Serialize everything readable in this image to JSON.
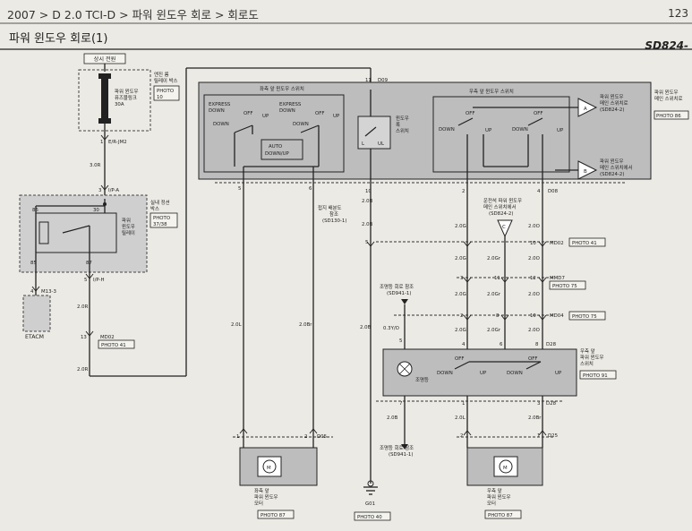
{
  "header": {
    "breadcrumb": "2007 > D 2.0 TCI-D > 파워 윈도우 회로 > 회로도",
    "page_number": "123",
    "title": "파워 윈도우 회로(1)",
    "diagram_code": "SD824-"
  },
  "power": {
    "label": "상시 전원",
    "fuse_label1": "파워 윈도우",
    "fuse_label2": "퓨즈블링크",
    "fuse_rating": "30A",
    "box_label1": "엔진 룸",
    "box_label2": "릴레이 박스",
    "box_photo": "PHOTO",
    "box_photo2": "10",
    "conn1": "1",
    "conn1_name": "E/R-JM2",
    "wire1": "3.0R"
  },
  "relay": {
    "conn": "3",
    "conn_name": "I/P-A",
    "box1": "실내 정션",
    "box2": "박스",
    "photo": "PHOTO",
    "photo2": "37/38",
    "name1": "파워",
    "name2": "윈도우",
    "name3": "릴레이",
    "p86": "86",
    "p30": "30",
    "p85": "85",
    "p87": "87",
    "conn_out": "5",
    "conn_out_name": "I/P-H",
    "m13": "4",
    "m13_name": "M13-3",
    "etacm": "ETACM",
    "wire2": "2.0R",
    "md02_pin": "13",
    "md02": "MD02",
    "photo41": "PHOTO 41",
    "wire3": "2.0R"
  },
  "left_switch": {
    "title": "좌측 앞 윈도우 스위치",
    "express_down1": "EXPRESS",
    "express_down2": "DOWN",
    "down": "DOWN",
    "off": "OFF",
    "up": "UP",
    "express_down1b": "EXPRESS",
    "express_down2b": "DOWN",
    "downb": "DOWN",
    "offb": "OFF",
    "upb": "UP",
    "auto1": "AUTO",
    "auto2": "DOWN/UP",
    "pin5": "5",
    "pin6": "6",
    "wire_l": "2.0L",
    "wire_br": "2.0Br",
    "m_pin1": "1",
    "m_pin2": "2",
    "m_conn": "D05",
    "motor1": "좌측 앞",
    "motor2": "파워 윈도우",
    "motor3": "모터",
    "photo": "PHOTO 87"
  },
  "lock": {
    "pin11": "11",
    "d09": "D09",
    "label1": "윈도우",
    "label2": "록",
    "label3": "스위치",
    "l": "L",
    "ul": "UL",
    "pin10": "10",
    "wire": "2.0B",
    "ref1": "접지 배분도",
    "ref2": "참조",
    "ref3": "(SD130-1)",
    "wire2": "2.0B",
    "pin5": "5",
    "wire3": "2.0B",
    "ground": "G01",
    "ground_photo": "PHOTO 40"
  },
  "right_switch": {
    "title": "우측 앞 윈도우 스위치",
    "down": "DOWN",
    "off": "OFF",
    "up": "UP",
    "downb": "DOWN",
    "offb": "OFF",
    "upb": "UP",
    "a_label1": "파워 윈도우",
    "a_label2": "메인 스위치로",
    "a_label3": "(SD824-2)",
    "a": "A",
    "b": "B",
    "b_label1": "파워 윈도우",
    "b_label2": "메인 스위치에서",
    "b_label3": "(SD824-2)",
    "photo86": "PHOTO 86",
    "pin2": "2",
    "pin4": "4",
    "d08": "D08"
  },
  "mid": {
    "main_sw1": "운전석 파워 윈도우",
    "main_sw2": "메인 스위치에서",
    "main_sw3": "(SD824-2)",
    "c": "C",
    "w20g": "2.0G",
    "w20o": "2.0O",
    "w20gr": "2.0Gr",
    "p10": "10",
    "md02": "MD02",
    "photo41": "PHOTO 41",
    "p3": "3",
    "p11": "11",
    "p12": "12",
    "mmd7": "MMD7",
    "photo75": "PHOTO 75",
    "p2": "2",
    "p8": "8",
    "md04": "MD04",
    "illum_ref1": "조명등 회로 참조",
    "illum_ref2": "(SD941-1)",
    "w03": "0.3Y/O",
    "p5": "5",
    "p6": "6",
    "d28": "D28"
  },
  "rear_switch": {
    "label1": "우측 앞",
    "label2": "파워 윈도우",
    "label3": "스위치",
    "photo": "PHOTO 91",
    "lamp": "조명등",
    "down": "DOWN",
    "off": "OFF",
    "up": "UP",
    "downb": "DOWN",
    "offb": "OFF",
    "upb": "UP",
    "p4": "4",
    "p6": "6",
    "p8": "8",
    "p7": "7",
    "p1": "1",
    "p3": "3",
    "d28b": "D28",
    "w20b": "2.0B",
    "w20l": "2.0L",
    "w20br": "2.0Br",
    "ref1": "조명등 회로 참조",
    "ref2": "(SD941-1)",
    "m_pin2": "2",
    "m_pin1": "1",
    "d25": "D25",
    "motor1": "우측 앞",
    "motor2": "파워 윈도우",
    "motor3": "모터",
    "motor_photo": "PHOTO 87"
  }
}
